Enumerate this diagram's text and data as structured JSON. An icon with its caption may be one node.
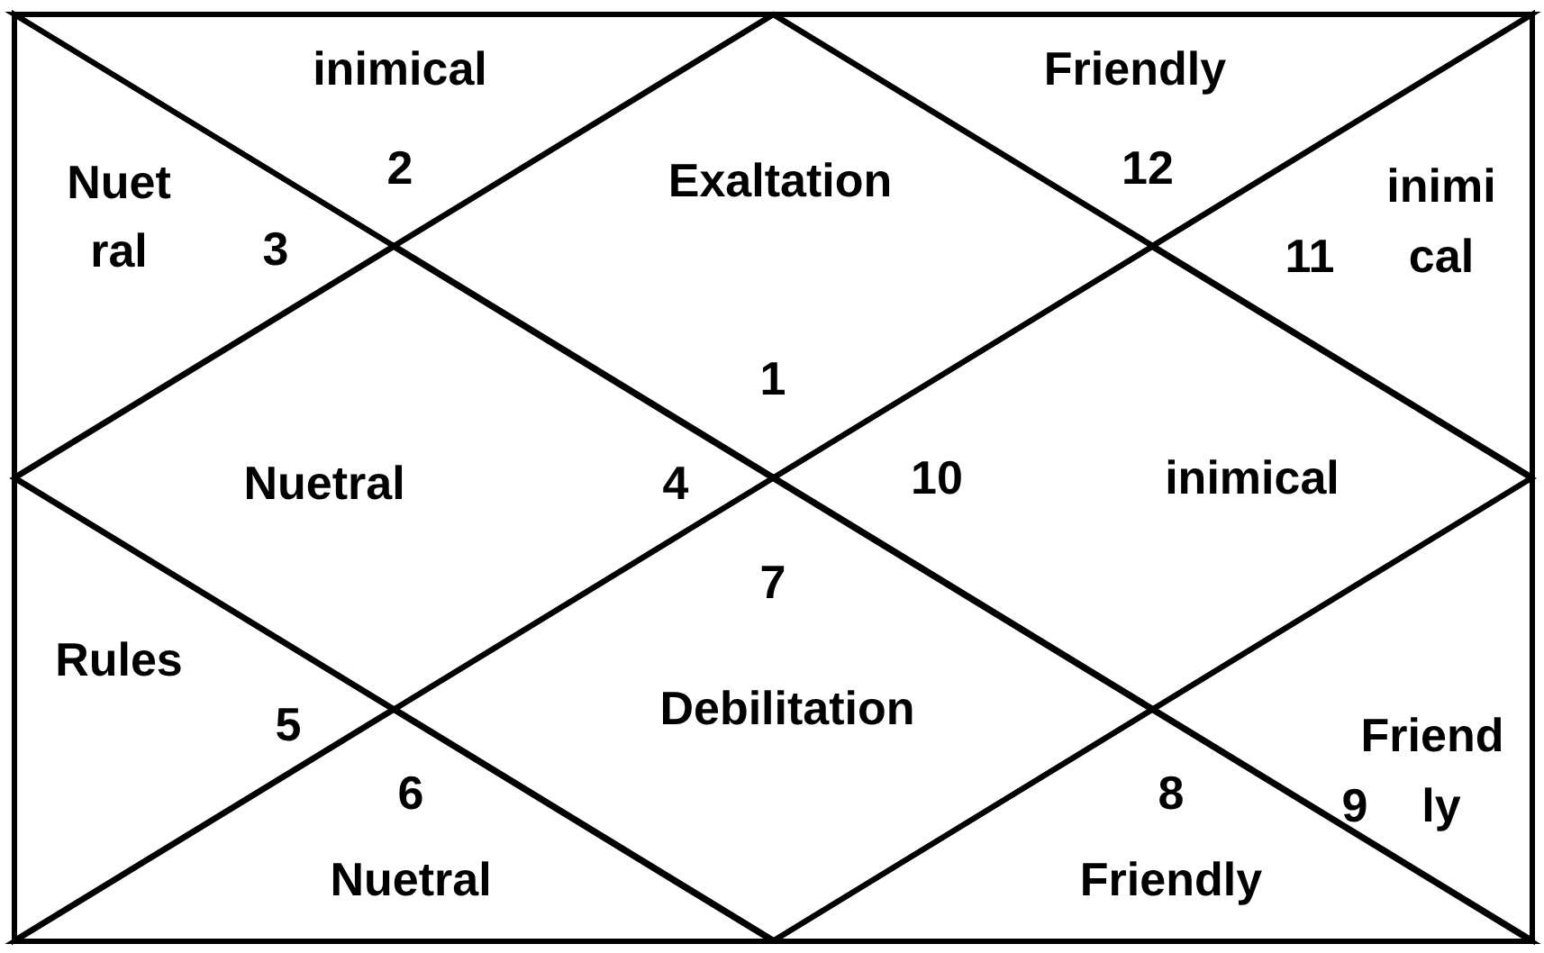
{
  "diagram": {
    "nodes": [
      {
        "text": [
          "Exaltation",
          "1"
        ]
      },
      {
        "text": [
          "inimical",
          "2"
        ]
      },
      {
        "text": [
          "Nuet ral",
          "3"
        ]
      },
      {
        "text": [
          "Nuetral",
          "4"
        ]
      },
      {
        "text": [
          "Rules",
          "5"
        ]
      },
      {
        "text": [
          "6",
          "Nuetral"
        ]
      },
      {
        "text": [
          "7",
          "Debilitation"
        ]
      },
      {
        "text": [
          "8",
          "Friendly"
        ]
      },
      {
        "text": [
          "Friend",
          "9",
          "ly"
        ]
      },
      {
        "text": [
          "10",
          "inimical"
        ]
      },
      {
        "text": [
          "inimi",
          "11",
          "cal"
        ]
      },
      {
        "text": [
          "Friendly",
          "12"
        ]
      }
    ]
  }
}
